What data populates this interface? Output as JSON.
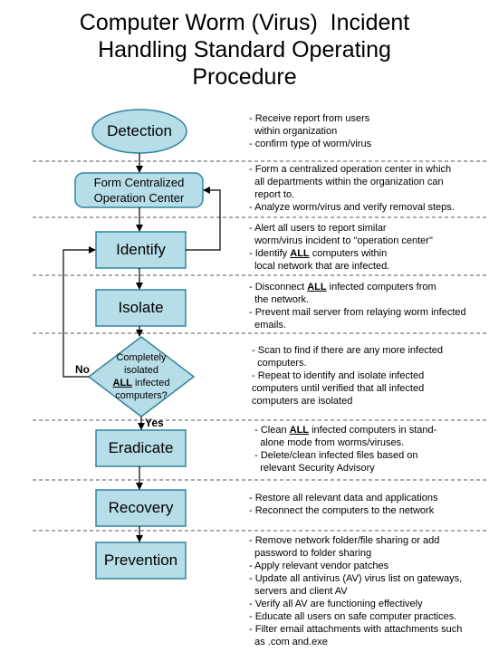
{
  "title": [
    "Computer Worm (Virus)  Incident",
    "Handling Standard Operating",
    "Procedure"
  ],
  "colors": {
    "fill": "#b7dde8",
    "stroke": "#31859c",
    "arrow": "#000000",
    "separator": "#555555"
  },
  "steps": {
    "detection": "Detection",
    "centralized": [
      "Form Centralized",
      "Operation Center"
    ],
    "identify": "Identify",
    "isolate": "Isolate",
    "decision": [
      "Completely",
      "isolated",
      "ALL infected",
      "computers?"
    ],
    "eradicate": "Eradicate",
    "recovery": "Recovery",
    "prevention": "Prevention"
  },
  "branch_labels": {
    "no": "No",
    "yes": "Yes"
  },
  "descriptions": {
    "detection": [
      "- Receive report from users",
      "  within organization",
      "- confirm type of worm/virus"
    ],
    "centralized": [
      "- Form a centralized operation center in which",
      "  all departments within the organization can",
      "  report to.",
      "- Analyze worm/virus and verify removal steps."
    ],
    "identify": [
      "- Alert all users to report similar",
      "  worm/virus incident to \"operation center\"",
      "- Identify ALL computers within",
      "  local network that are infected."
    ],
    "isolate": [
      "- Disconnect ALL infected computers from",
      "  the network.",
      "- Prevent mail server from relaying worm infected",
      "  emails."
    ],
    "decision": [
      " - Scan to find if there are any more infected",
      "   computers.",
      " - Repeat to identify and isolate infected",
      " computers until verified that all infected",
      " computers are isolated"
    ],
    "eradicate": [
      "  - Clean ALL infected computers in stand-",
      "    alone mode from worms/viruses.",
      "  - Delete/clean infected files based on",
      "    relevant Security Advisory"
    ],
    "recovery": [
      "- Restore all relevant data and applications",
      "- Reconnect the computers to the network"
    ],
    "prevention": [
      "- Remove network folder/file sharing or add",
      "  password to folder sharing",
      "- Apply relevant vendor patches",
      "- Update all antivirus (AV) virus list on gateways,",
      "  servers and client AV",
      "- Verify all AV are functioning effectively",
      "- Educate all users on safe computer practices.",
      "- Filter email attachments with attachments such",
      "  as .com and.exe"
    ]
  }
}
